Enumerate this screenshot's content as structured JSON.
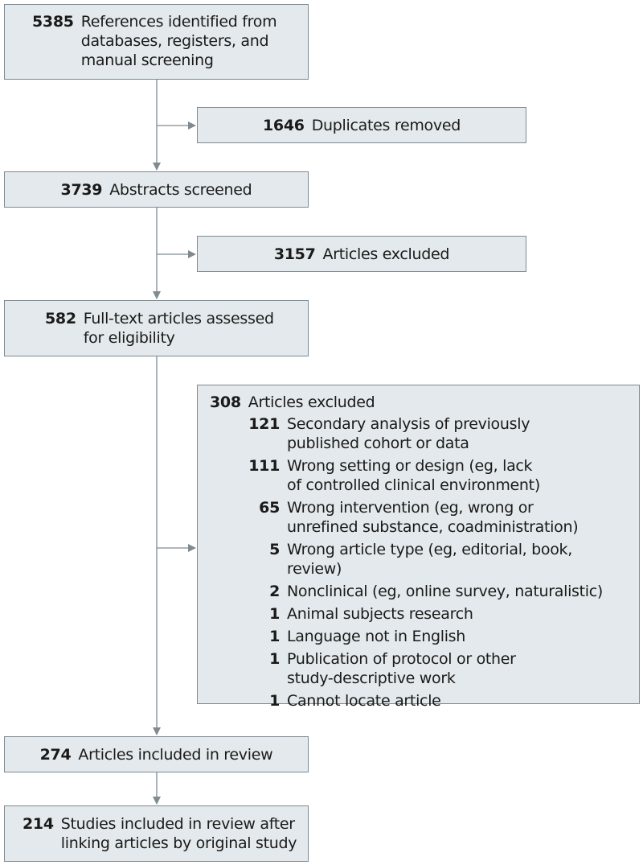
{
  "flow": {
    "identified": {
      "count": "5385",
      "text": "References identified from\ndatabases, registers, and\nmanual screening"
    },
    "duplicates": {
      "count": "1646",
      "text": "Duplicates removed"
    },
    "abstracts": {
      "count": "3739",
      "text": "Abstracts screened"
    },
    "excluded_abstracts": {
      "count": "3157",
      "text": "Articles excluded"
    },
    "fulltext": {
      "count": "582",
      "text": "Full-text articles assessed\nfor eligibility"
    },
    "excluded_fulltext": {
      "count": "308",
      "text": "Articles excluded",
      "reasons": [
        {
          "count": "121",
          "text": "Secondary analysis of previously\npublished cohort or data"
        },
        {
          "count": "111",
          "text": "Wrong setting or design (eg, lack\nof controlled clinical environment)"
        },
        {
          "count": "65",
          "text": "Wrong intervention (eg, wrong or\nunrefined substance, coadministration)"
        },
        {
          "count": "5",
          "text": "Wrong article type (eg, editorial, book, review)"
        },
        {
          "count": "2",
          "text": "Nonclinical (eg, online survey, naturalistic)"
        },
        {
          "count": "1",
          "text": "Animal subjects research"
        },
        {
          "count": "1",
          "text": "Language not in English"
        },
        {
          "count": "1",
          "text": "Publication of protocol or other\nstudy-descriptive work"
        },
        {
          "count": "1",
          "text": "Cannot locate article"
        }
      ]
    },
    "included": {
      "count": "274",
      "text": "Articles included in review"
    },
    "studies": {
      "count": "214",
      "text": "Studies included in review after\nlinking articles by original study"
    }
  },
  "colors": {
    "box_fill": "#e3e9ec",
    "box_border": "#7f8a91",
    "arrow": "#7f8a91"
  }
}
